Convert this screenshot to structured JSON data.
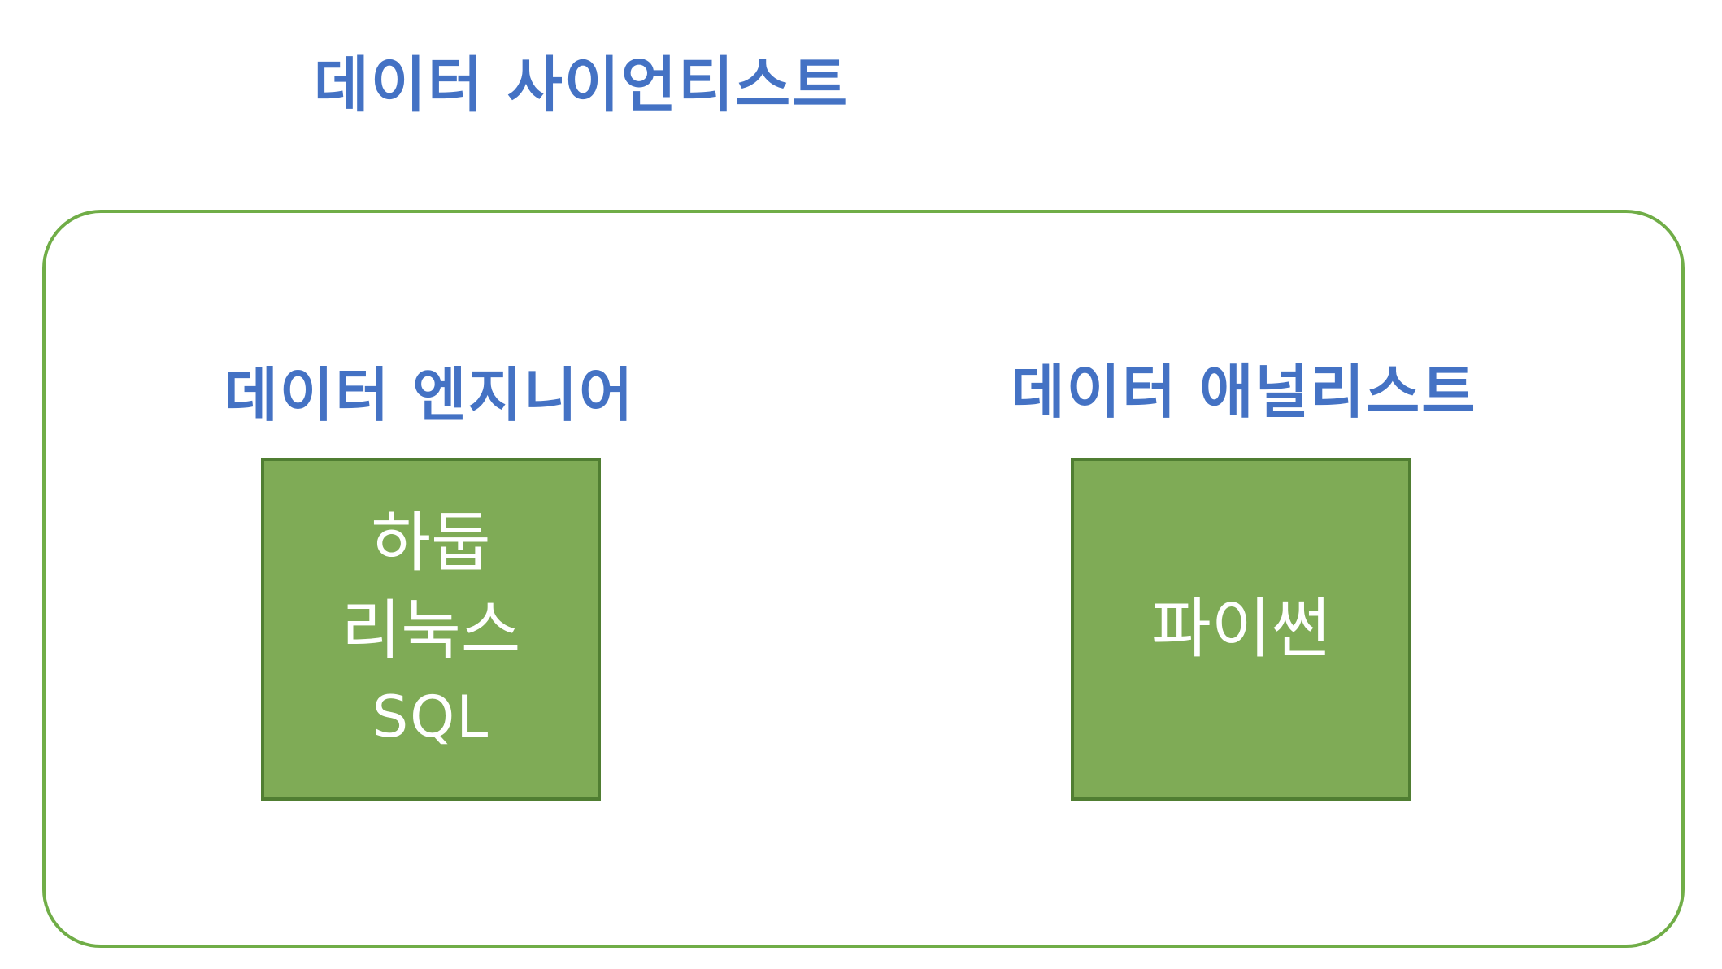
{
  "title": "데이터 사이언티스트",
  "roles": {
    "engineer": {
      "label": "데이터 엔지니어",
      "skills": [
        "하둡",
        "리눅스",
        "SQL"
      ]
    },
    "analyst": {
      "label": "데이터 애널리스트",
      "skills": [
        "파이썬"
      ]
    }
  },
  "colors": {
    "heading_text": "#4472C4",
    "outer_border": "#70AD47",
    "skill_box_fill": "#7FAB56",
    "skill_box_border": "#507E32",
    "skill_text": "#FFFFFF"
  }
}
